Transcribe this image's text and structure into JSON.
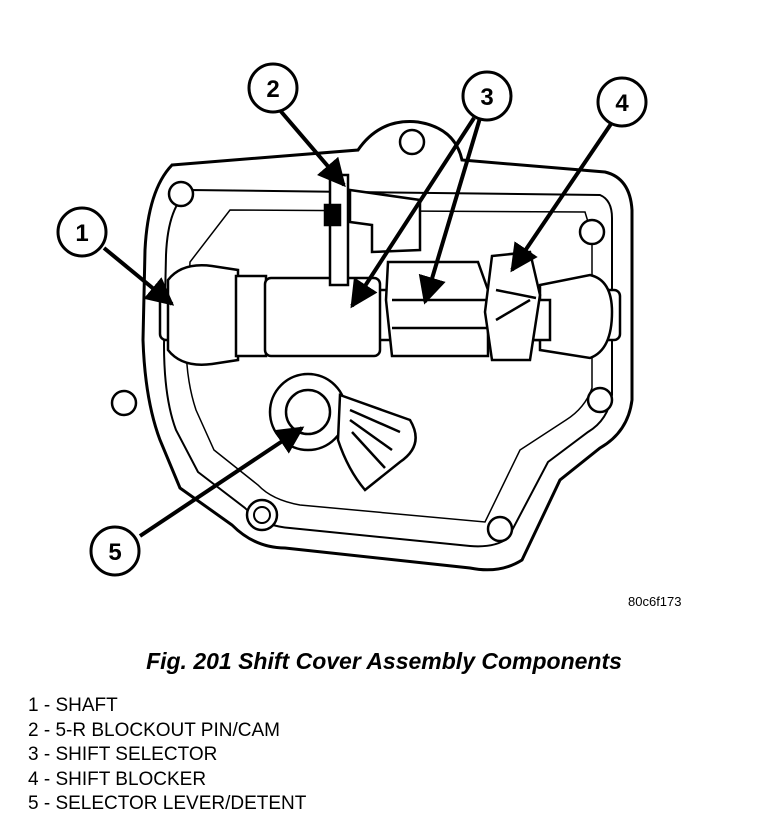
{
  "figure": {
    "code": "80c6f173",
    "caption": "Fig. 201 Shift Cover Assembly Components"
  },
  "callouts": [
    {
      "num": "1",
      "label": "SHAFT"
    },
    {
      "num": "2",
      "label": "5-R BLOCKOUT PIN/CAM"
    },
    {
      "num": "3",
      "label": "SHIFT SELECTOR"
    },
    {
      "num": "4",
      "label": "SHIFT BLOCKER"
    },
    {
      "num": "5",
      "label": "SELECTOR LEVER/DETENT"
    }
  ],
  "legend": [
    "1 - SHAFT",
    "2 - 5-R BLOCKOUT PIN/CAM",
    "3 - SHIFT SELECTOR",
    "4 - SHIFT BLOCKER",
    "5 - SELECTOR LEVER/DETENT"
  ]
}
